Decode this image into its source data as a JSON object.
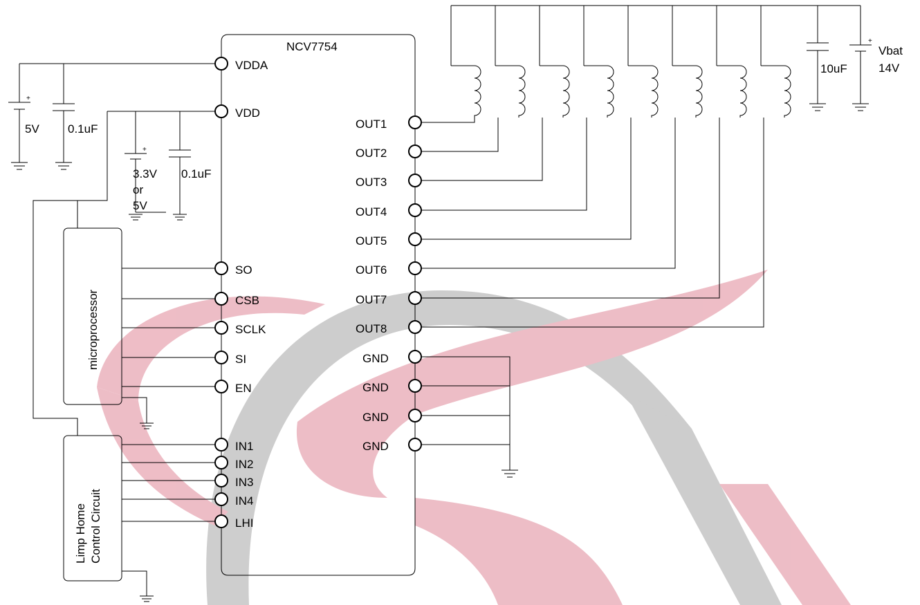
{
  "chip": {
    "name": "NCV7754",
    "left_pins": [
      "VDDA",
      "VDD",
      "SO",
      "CSB",
      "SCLK",
      "SI",
      "EN",
      "IN1",
      "IN2",
      "IN3",
      "IN4",
      "LHI"
    ],
    "right_pins": [
      "OUT1",
      "OUT2",
      "OUT3",
      "OUT4",
      "OUT5",
      "OUT6",
      "OUT7",
      "OUT8",
      "GND",
      "GND",
      "GND",
      "GND"
    ]
  },
  "components": {
    "bat_5v": "5V",
    "cap_vdda": "0.1uF",
    "bat_vdd_line1": "3.3V",
    "bat_vdd_line2": "or",
    "bat_vdd_line3": "5V",
    "cap_vdd": "0.1uF",
    "cap_vbat": "10uF",
    "vbat_line1": "Vbat",
    "vbat_line2": "14V",
    "plus_sign": "+"
  },
  "blocks": {
    "microprocessor": "microprocessor",
    "limp_home_line1": "Limp Home",
    "limp_home_line2": "Control Circuit"
  },
  "colors": {
    "watermark_red": "#e8a7b3",
    "watermark_gray": "#bdbdbd"
  }
}
